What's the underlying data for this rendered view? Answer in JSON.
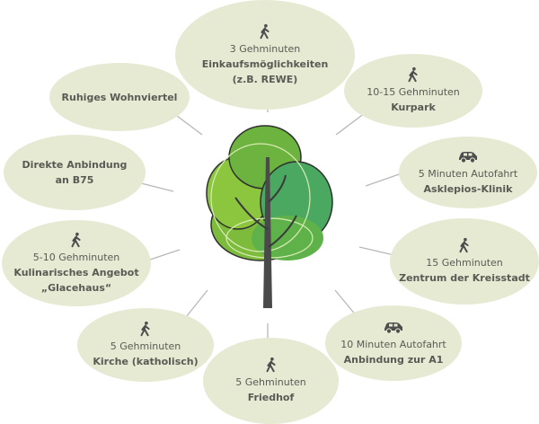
{
  "colors": {
    "bubble": "#e6ead2",
    "text": "#5a5a55",
    "line": "#b8b8b8",
    "icon": "#4d4d4d",
    "leaf_light": "#8cc63f",
    "leaf_mid": "#6db33f",
    "leaf_dark": "#4aa860",
    "trunk": "#4a4a4a"
  },
  "items": [
    {
      "icon": "walking-person-icon",
      "line1": "3 Gehminuten",
      "line2": "Einkaufsmöglichkeiten",
      "line3": "(z.B. REWE)"
    },
    {
      "line2": "Ruhiges Wohnviertel"
    },
    {
      "icon": "walking-person-icon",
      "line1": "10-15 Gehminuten",
      "line2": "Kurpark"
    },
    {
      "line2": "Direkte Anbindung",
      "line3": "an B75"
    },
    {
      "icon": "car-icon",
      "line1": "5 Minuten Autofahrt",
      "line2": "Asklepios-Klinik"
    },
    {
      "icon": "walking-person-icon",
      "line1": "5-10 Gehminuten",
      "line2": "Kulinarisches Angebot",
      "line3": "„Glacehaus“"
    },
    {
      "icon": "walking-person-icon",
      "line1": "15 Gehminuten",
      "line2": "Zentrum der Kreisstadt"
    },
    {
      "icon": "walking-person-icon",
      "line1": "5 Gehminuten",
      "line2": "Kirche (katholisch)"
    },
    {
      "icon": "walking-person-icon",
      "line1": "5 Gehminuten",
      "line2": "Friedhof"
    },
    {
      "icon": "car-icon",
      "line1": "10 Minuten Autofahrt",
      "line2": "Anbindung zur A1"
    }
  ]
}
